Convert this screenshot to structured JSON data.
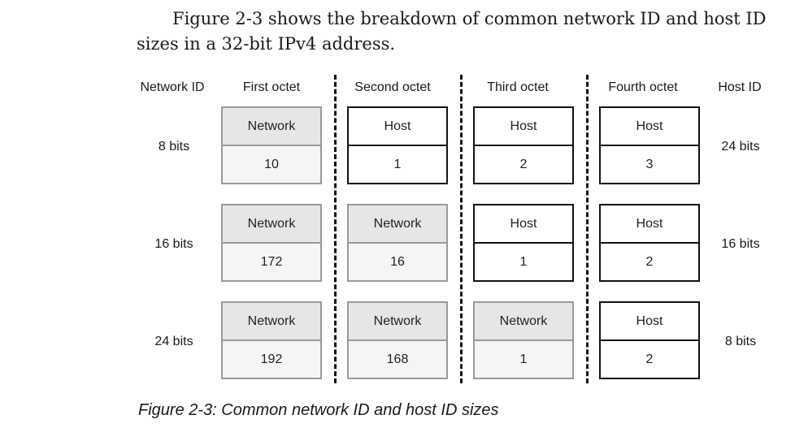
{
  "intro_text": "Figure 2-3 shows the breakdown of common network ID and host ID sizes in a 32-bit IPv4 address.",
  "headers": {
    "network_id": "Network ID",
    "octets": [
      "First octet",
      "Second octet",
      "Third octet",
      "Fourth octet"
    ],
    "host_id": "Host ID"
  },
  "rows": [
    {
      "network_bits": "8 bits",
      "host_bits": "24 bits",
      "octets": [
        {
          "type": "Network",
          "value": "10"
        },
        {
          "type": "Host",
          "value": "1"
        },
        {
          "type": "Host",
          "value": "2"
        },
        {
          "type": "Host",
          "value": "3"
        }
      ]
    },
    {
      "network_bits": "16 bits",
      "host_bits": "16 bits",
      "octets": [
        {
          "type": "Network",
          "value": "172"
        },
        {
          "type": "Network",
          "value": "16"
        },
        {
          "type": "Host",
          "value": "1"
        },
        {
          "type": "Host",
          "value": "2"
        }
      ]
    },
    {
      "network_bits": "24 bits",
      "host_bits": "8 bits",
      "octets": [
        {
          "type": "Network",
          "value": "192"
        },
        {
          "type": "Network",
          "value": "168"
        },
        {
          "type": "Network",
          "value": "1"
        },
        {
          "type": "Host",
          "value": "2"
        }
      ]
    }
  ],
  "caption": "Figure 2-3: Common network ID and host ID sizes",
  "colors": {
    "network_header_fill": "#e6e6e6",
    "network_value_fill": "#f5f5f5",
    "network_border": "#9a9a9a",
    "host_border": "#111111"
  }
}
